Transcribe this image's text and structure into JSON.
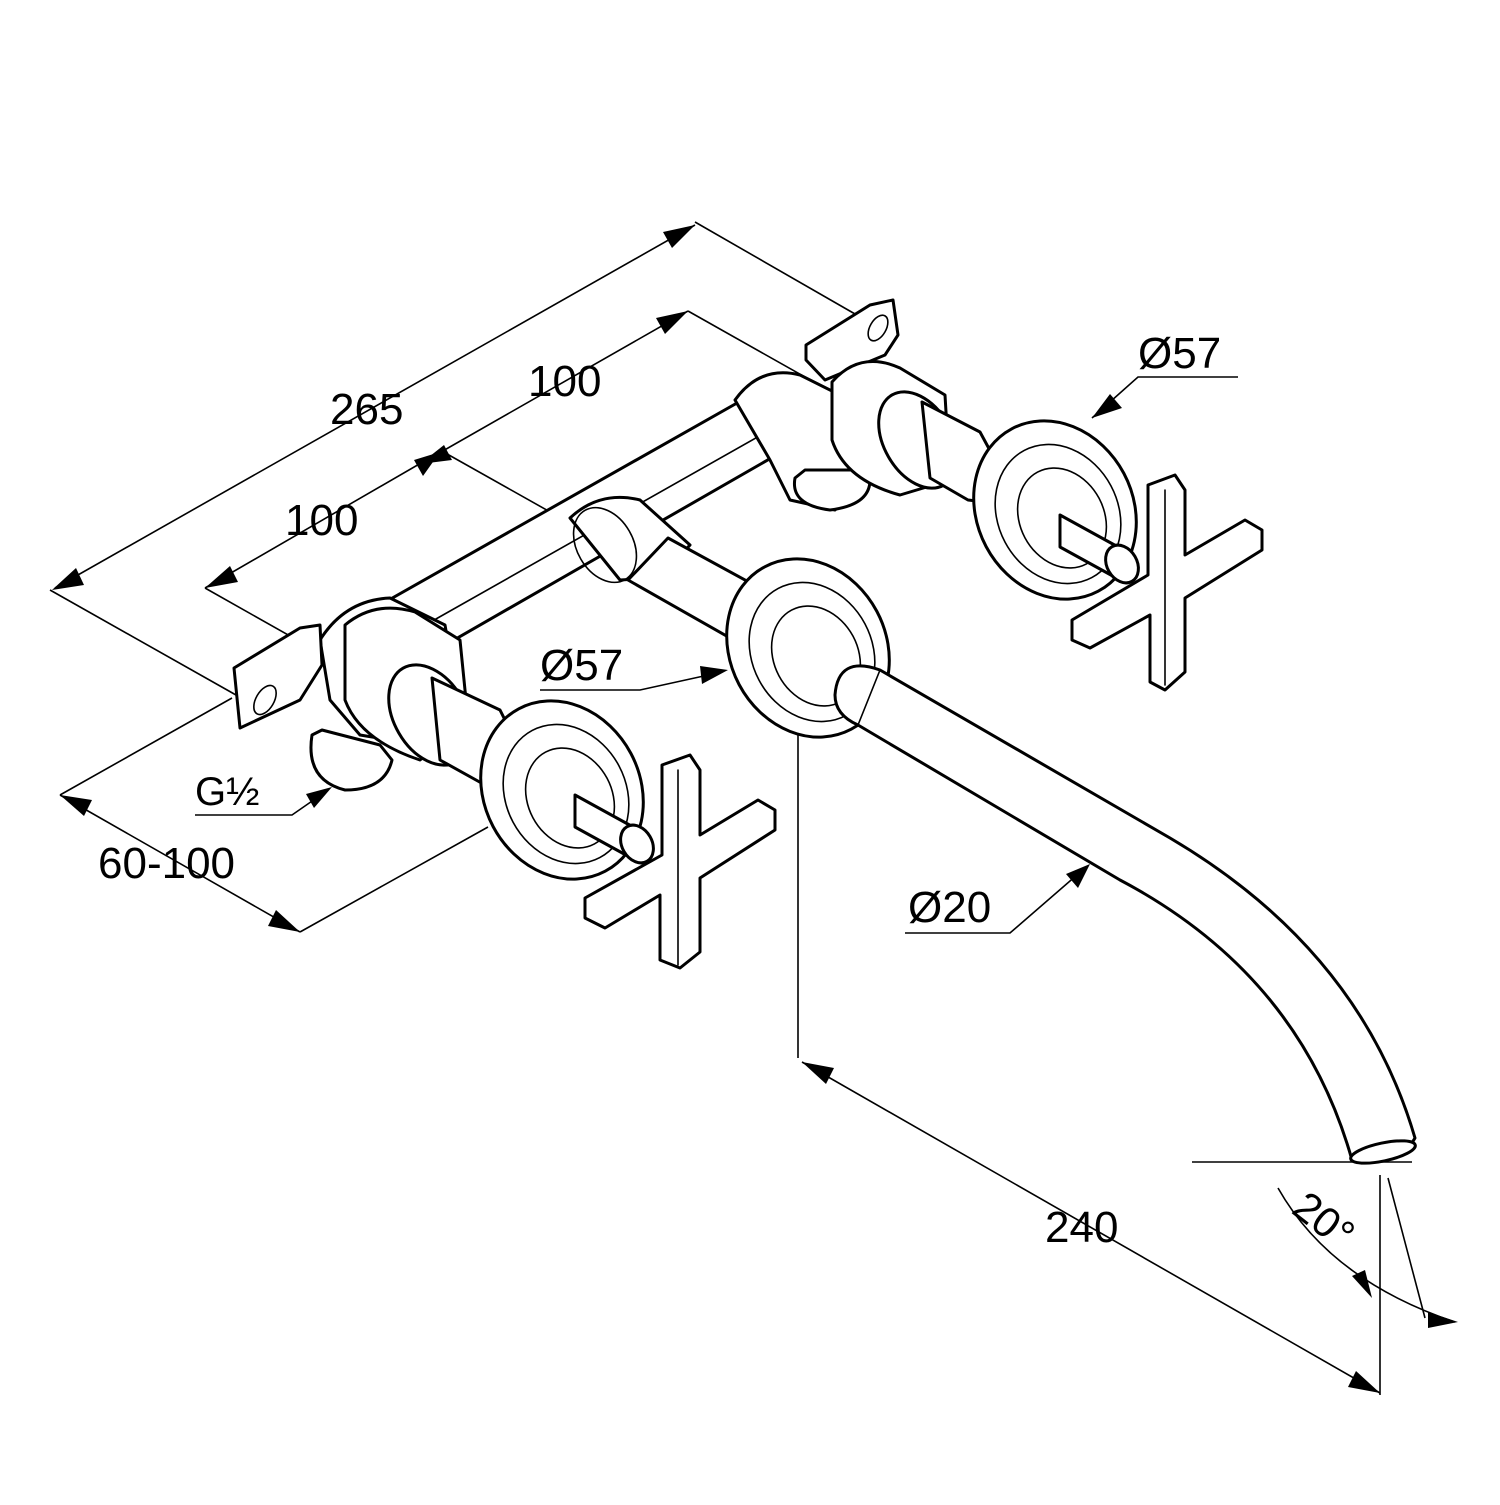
{
  "drawing": {
    "stroke_color": "#000000",
    "background": "#ffffff"
  },
  "dimensions": {
    "overall_width": "265",
    "spacing_right": "100",
    "spacing_left": "100",
    "rosette_diameter_right": "Ø57",
    "rosette_diameter_spout": "Ø57",
    "thread": "G½",
    "wall_depth": "60-100",
    "spout_diameter": "Ø20",
    "projection": "240",
    "angle": "20°"
  }
}
